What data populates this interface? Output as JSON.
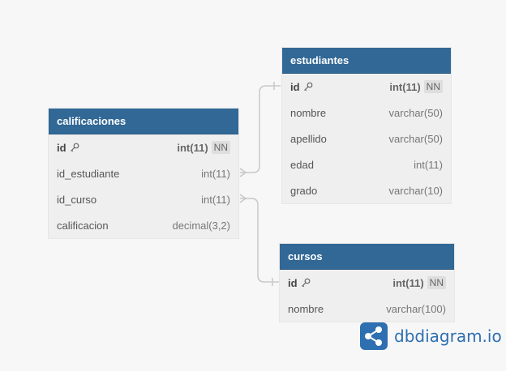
{
  "tables": {
    "calificaciones": {
      "title": "calificaciones",
      "columns": [
        {
          "name": "id",
          "type": "int(11)",
          "nn": "NN"
        },
        {
          "name": "id_estudiante",
          "type": "int(11)"
        },
        {
          "name": "id_curso",
          "type": "int(11)"
        },
        {
          "name": "calificacion",
          "type": "decimal(3,2)"
        }
      ]
    },
    "estudiantes": {
      "title": "estudiantes",
      "columns": [
        {
          "name": "id",
          "type": "int(11)",
          "nn": "NN"
        },
        {
          "name": "nombre",
          "type": "varchar(50)"
        },
        {
          "name": "apellido",
          "type": "varchar(50)"
        },
        {
          "name": "edad",
          "type": "int(11)"
        },
        {
          "name": "grado",
          "type": "varchar(10)"
        }
      ]
    },
    "cursos": {
      "title": "cursos",
      "columns": [
        {
          "name": "id",
          "type": "int(11)",
          "nn": "NN"
        },
        {
          "name": "nombre",
          "type": "varchar(100)"
        }
      ]
    }
  },
  "brand": {
    "text": "dbdiagram.io",
    "color": "#2d6fb0"
  },
  "colors": {
    "header": "#316896",
    "body": "#efefef",
    "link": "#c8c8c8"
  }
}
